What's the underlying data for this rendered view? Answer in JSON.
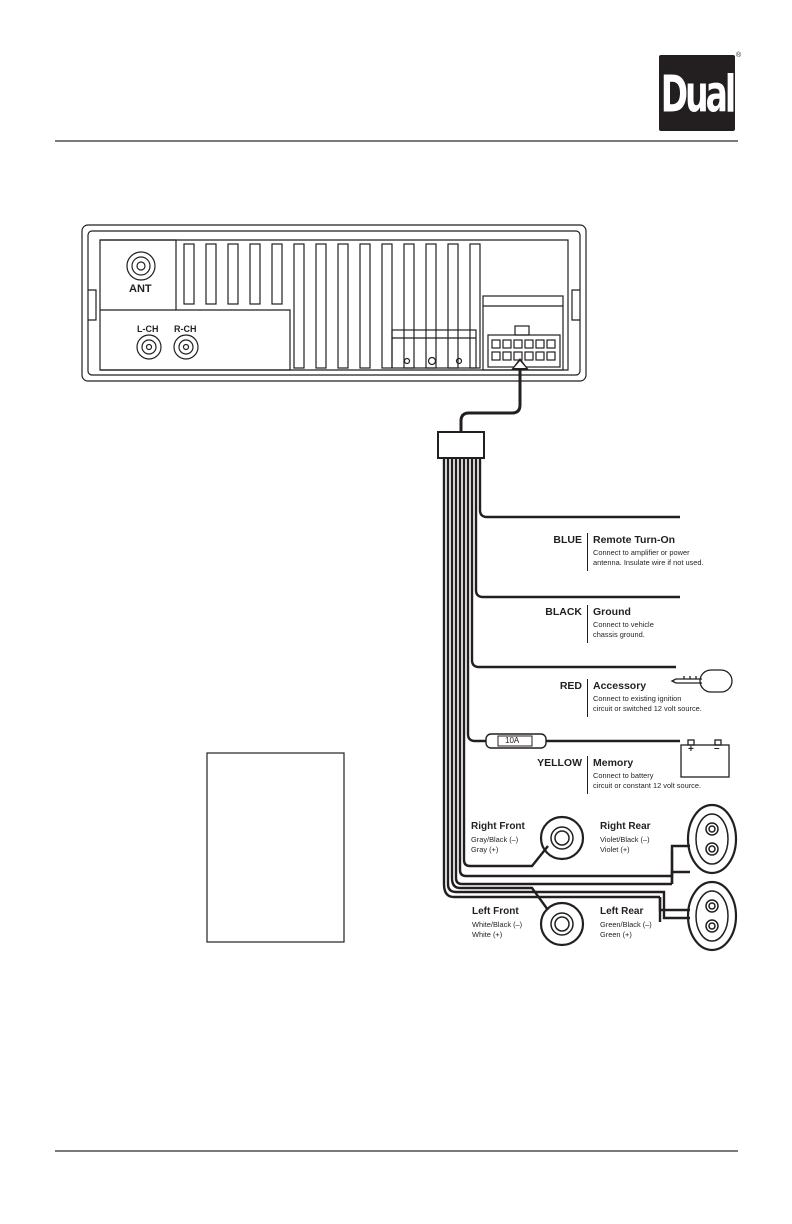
{
  "brand": {
    "logo_text": "Dual",
    "reg_mark": "®"
  },
  "unit": {
    "ant_label": "ANT",
    "lch_label": "L-CH",
    "rch_label": "R-CH"
  },
  "fuse": {
    "rating": "10A"
  },
  "battery": {
    "plus": "+",
    "minus": "–"
  },
  "wires": [
    {
      "color": "BLUE",
      "title": "Remote Turn-On",
      "lines": [
        "Connect to amplifier or power",
        "antenna. Insulate wire if not used."
      ]
    },
    {
      "color": "BLACK",
      "title": "Ground",
      "lines": [
        "Connect to vehicle",
        "chassis ground."
      ]
    },
    {
      "color": "RED",
      "title": "Accessory",
      "lines": [
        "Connect to existing ignition",
        "circuit or switched 12 volt source."
      ]
    },
    {
      "color": "YELLOW",
      "title": "Memory",
      "lines": [
        "Connect to battery",
        "circuit or constant 12 volt source."
      ]
    }
  ],
  "speakers": {
    "right_front": {
      "title": "Right Front",
      "neg": "Gray/Black (–)",
      "pos": "Gray (+)"
    },
    "right_rear": {
      "title": "Right Rear",
      "neg": "Violet/Black (–)",
      "pos": "Violet (+)"
    },
    "left_front": {
      "title": "Left Front",
      "neg": "White/Black (–)",
      "pos": "White (+)"
    },
    "left_rear": {
      "title": "Left Rear",
      "neg": "Green/Black (–)",
      "pos": "Green (+)"
    }
  }
}
